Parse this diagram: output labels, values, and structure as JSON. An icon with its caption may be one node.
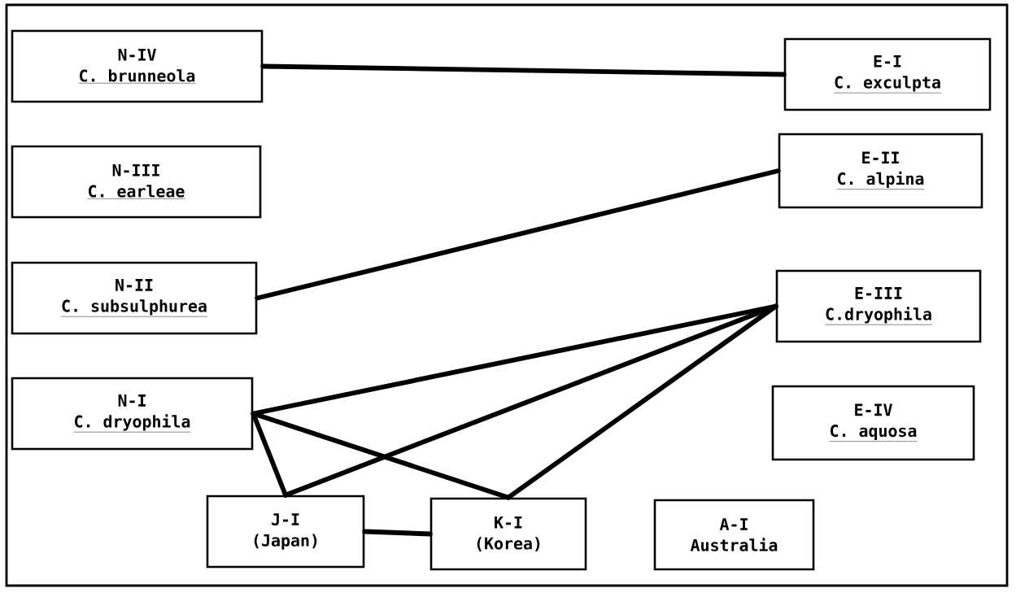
{
  "diagram": {
    "nodes": [
      {
        "text": [
          "N-IV",
          "C. brunneola"
        ]
      },
      {
        "text": [
          "E-I",
          "C. exculpta"
        ]
      },
      {
        "text": [
          "N-III",
          "C. earleae"
        ]
      },
      {
        "text": [
          "E-II",
          "C. alpina"
        ]
      },
      {
        "text": [
          "N-II",
          "C. subsulphurea"
        ]
      },
      {
        "text": [
          "E-III",
          "C.dryophila"
        ]
      },
      {
        "text": [
          "N-I",
          "C. dryophila"
        ]
      },
      {
        "text": [
          "E-IV",
          "C. aquosa"
        ]
      },
      {
        "text": [
          "J-I",
          "(Japan)"
        ]
      },
      {
        "text": [
          "K-I",
          "(Korea)"
        ]
      },
      {
        "text": [
          "A-I",
          "Australia"
        ]
      }
    ],
    "edges": [
      {
        "from": 0,
        "to": 1,
        "arrow": "none"
      },
      {
        "from": 4,
        "to": 3,
        "arrow": "none"
      },
      {
        "from": 6,
        "to": 5,
        "arrow": "none"
      },
      {
        "from": 8,
        "to": 5,
        "arrow": "none"
      },
      {
        "from": 9,
        "to": 5,
        "arrow": "none"
      },
      {
        "from": 6,
        "to": 8,
        "arrow": "none"
      },
      {
        "from": 6,
        "to": 9,
        "arrow": "none"
      },
      {
        "from": 8,
        "to": 9,
        "arrow": "none"
      }
    ]
  }
}
